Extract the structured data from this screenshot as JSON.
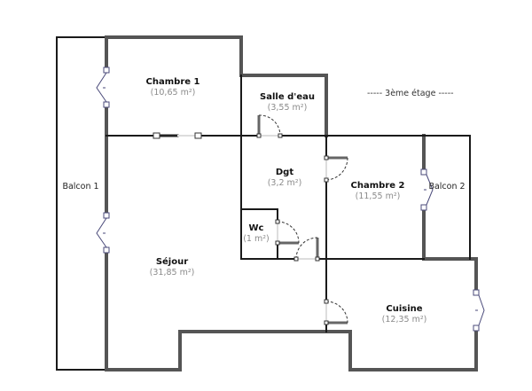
{
  "floor_label": "----- 3ème étage -----",
  "rooms": [
    {
      "id": "chambre1",
      "name": "Chambre 1",
      "area": "(10,65 m²)"
    },
    {
      "id": "salle_eau",
      "name": "Salle d'eau",
      "area": "(3,55 m²)"
    },
    {
      "id": "dgt",
      "name": "Dgt",
      "area": "(3,2 m²)"
    },
    {
      "id": "chambre2",
      "name": "Chambre 2",
      "area": "(11,55 m²)"
    },
    {
      "id": "wc",
      "name": "Wc",
      "area": "(1 m²)"
    },
    {
      "id": "sejour",
      "name": "Séjour",
      "area": "(31,85 m²)"
    },
    {
      "id": "cuisine",
      "name": "Cuisine",
      "area": "(12,35 m²)"
    }
  ],
  "balconies": [
    {
      "id": "balcon1",
      "name": "Balcon 1"
    },
    {
      "id": "balcon2",
      "name": "Balcon 2"
    }
  ],
  "colors": {
    "wall_exterior": "#555555",
    "wall_interior": "#1a1a1a",
    "window": "#4a4a7a",
    "area_text": "#8a8a8a"
  }
}
